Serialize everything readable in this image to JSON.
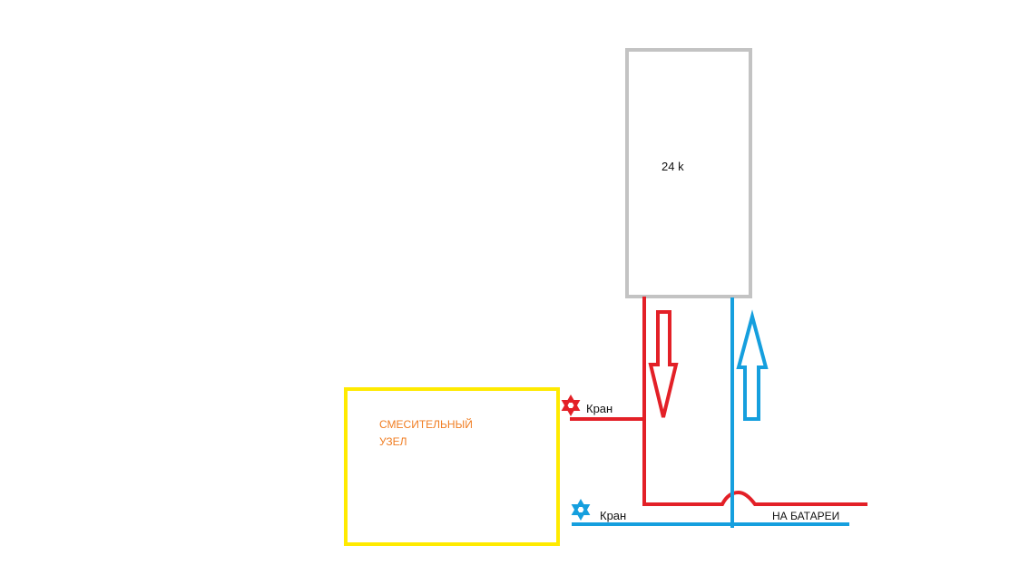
{
  "colors": {
    "hot": "#e32027",
    "cold": "#159fde",
    "boiler_outline": "#c3c3c3",
    "mixer_outline": "#ffea00",
    "mixer_text": "#f07d22"
  },
  "boiler": {
    "label": "24 k"
  },
  "mixer": {
    "line1": "СМЕСИТЕЛЬНЫЙ",
    "line2": "УЗЕЛ"
  },
  "valves": {
    "hot": {
      "label": "Кран",
      "icon": "valve-star-icon"
    },
    "cold": {
      "label": "Кран",
      "icon": "valve-star-icon"
    }
  },
  "radiators": {
    "label": "НА БАТАРЕИ"
  },
  "flow": {
    "supply_arrow": "down-arrow-icon",
    "return_arrow": "up-arrow-icon"
  }
}
